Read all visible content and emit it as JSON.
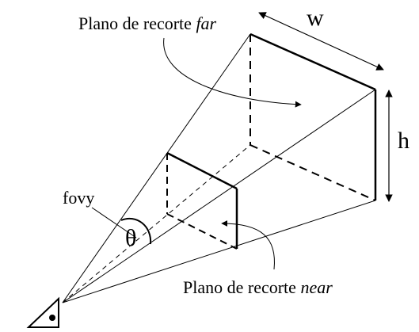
{
  "labels": {
    "far_prefix": "Plano de recorte ",
    "far_word": "far",
    "near_prefix": "Plano de recorte ",
    "near_word": "near",
    "width": "w",
    "height": "h",
    "fovy": "fovy",
    "theta": "θ"
  },
  "icons": {
    "eye": "eye-icon"
  },
  "colors": {
    "stroke": "#000000",
    "background": "#ffffff"
  }
}
